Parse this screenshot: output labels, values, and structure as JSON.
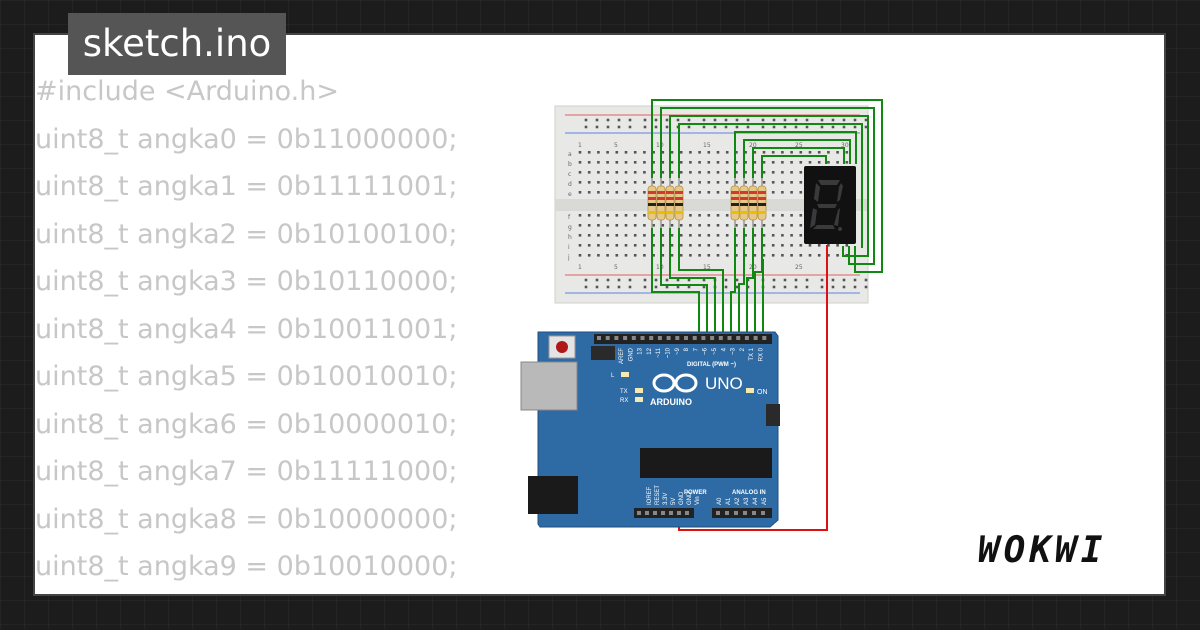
{
  "title": "sketch.ino",
  "code_lines": [
    "#include <Arduino.h>",
    "uint8_t angka0 = 0b11000000;",
    "uint8_t angka1 = 0b11111001;",
    "uint8_t angka2 = 0b10100100;",
    "uint8_t angka3 = 0b10110000;",
    "uint8_t angka4 = 0b10011001;",
    "uint8_t angka5 = 0b10010010;",
    "uint8_t angka6 = 0b10000010;",
    "uint8_t angka7 = 0b11111000;",
    "uint8_t angka8 = 0b10000000;",
    "uint8_t angka9 = 0b10010000;"
  ],
  "brand": "WOKWI",
  "breadboard": {
    "top_numbers": [
      "1",
      "5",
      "10",
      "15",
      "20",
      "25",
      "30"
    ],
    "bottom_numbers": [
      "1",
      "5",
      "10",
      "15",
      "20",
      "25"
    ],
    "row_letters_top": [
      "a",
      "b",
      "c",
      "d",
      "e"
    ],
    "row_letters_bottom": [
      "f",
      "g",
      "h",
      "i",
      "j"
    ]
  },
  "arduino": {
    "model": "UNO",
    "brand": "ARDUINO",
    "digital_label": "DIGITAL (PWM ~)",
    "power_label": "POWER",
    "analog_label": "ANALOG IN",
    "on_label": "ON",
    "l_label": "L",
    "tx_label": "TX",
    "rx_label": "RX",
    "digital_pins": [
      "AREF",
      "GND",
      "13",
      "12",
      "~11",
      "~10",
      "~9",
      "8",
      "7",
      "~6",
      "~5",
      "4",
      "~3",
      "2",
      "TX 1",
      "RX 0"
    ],
    "power_pins": [
      "IOREF",
      "RESET",
      "3.3V",
      "5V",
      "GND",
      "GND",
      "Vin"
    ],
    "analog_pins": [
      "A0",
      "A1",
      "A2",
      "A3",
      "A4",
      "A5"
    ]
  },
  "colors": {
    "wire_green": "#118811",
    "wire_red": "#dd1111",
    "board_blue": "#2e6aa4",
    "seven_seg_on": "#3a3a3a",
    "background": "#1c1c1c"
  }
}
